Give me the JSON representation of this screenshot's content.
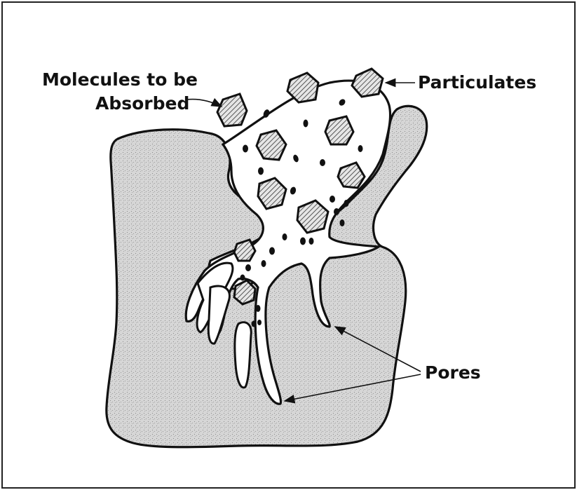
{
  "labels": {
    "molecules_line1": "Molecules to be",
    "molecules_line2": "Absorbed",
    "particulates": "Particulates",
    "pores": "Pores"
  },
  "colors": {
    "ink": "#111111",
    "stipple_fill": "#d2d2d2",
    "hatch_fill": "#bdbdbd",
    "frame": "#222222"
  }
}
